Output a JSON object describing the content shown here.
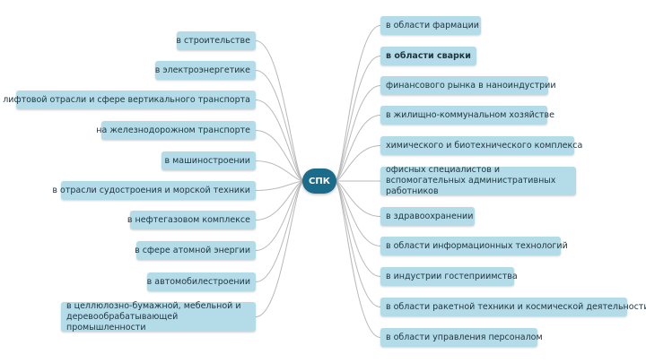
{
  "center": {
    "label": "СПК"
  },
  "colors": {
    "node_bg": "#b4dce8",
    "center_bg": "#1b6b8a",
    "line": "#b9b9b9"
  },
  "left_nodes": [
    {
      "label": "в строительстве"
    },
    {
      "label": "в электроэнергетике"
    },
    {
      "label": "в лифтовой отрасли и сфере вертикального транспорта"
    },
    {
      "label": "на железнодорожном транспорте"
    },
    {
      "label": "в машиностроении"
    },
    {
      "label": "в отрасли судостроения и морской техники"
    },
    {
      "label": "в нефтегазовом комплексе"
    },
    {
      "label": "в сфере атомной энергии"
    },
    {
      "label": "в автомобилестроении"
    },
    {
      "label": "в целлюлозно-бумажной, мебельной и деревообрабатывающей промышленности"
    }
  ],
  "right_nodes": [
    {
      "label": "в области фармации"
    },
    {
      "label": "в области сварки"
    },
    {
      "label": "финансового рынка в наноиндустрии"
    },
    {
      "label": "в жилищно-коммунальном хозяйстве"
    },
    {
      "label": "химического и биотехнического комплекса"
    },
    {
      "label": "офисных специалистов и вспомогательных административных работников"
    },
    {
      "label": "в здравоохранении"
    },
    {
      "label": "в области информационных технологий"
    },
    {
      "label": "в индустрии гостеприимства"
    },
    {
      "label": "в области ракетной техники и космической деятельности"
    },
    {
      "label": "в области управления персоналом"
    }
  ]
}
